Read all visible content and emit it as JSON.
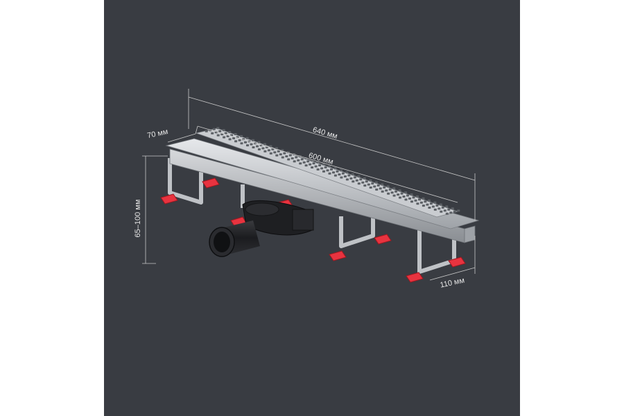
{
  "dimensions": {
    "total_length": "640 мм",
    "grate_length": "600 мм",
    "width": "70 мм",
    "height_range": "65–100 мм",
    "depth": "110 мм"
  },
  "colors": {
    "background": "#393c42",
    "steel": "#b8bcc1",
    "steel_dark": "#7d8288",
    "feet": "#e8333f",
    "trap": "#1e1f22",
    "dimension_lines": "#c9c9c9"
  },
  "icons": {
    "grate": "perforated-steel-grate",
    "trap": "siphon-trap",
    "outlet": "outlet-pipe",
    "feet": "adjustable-feet"
  }
}
